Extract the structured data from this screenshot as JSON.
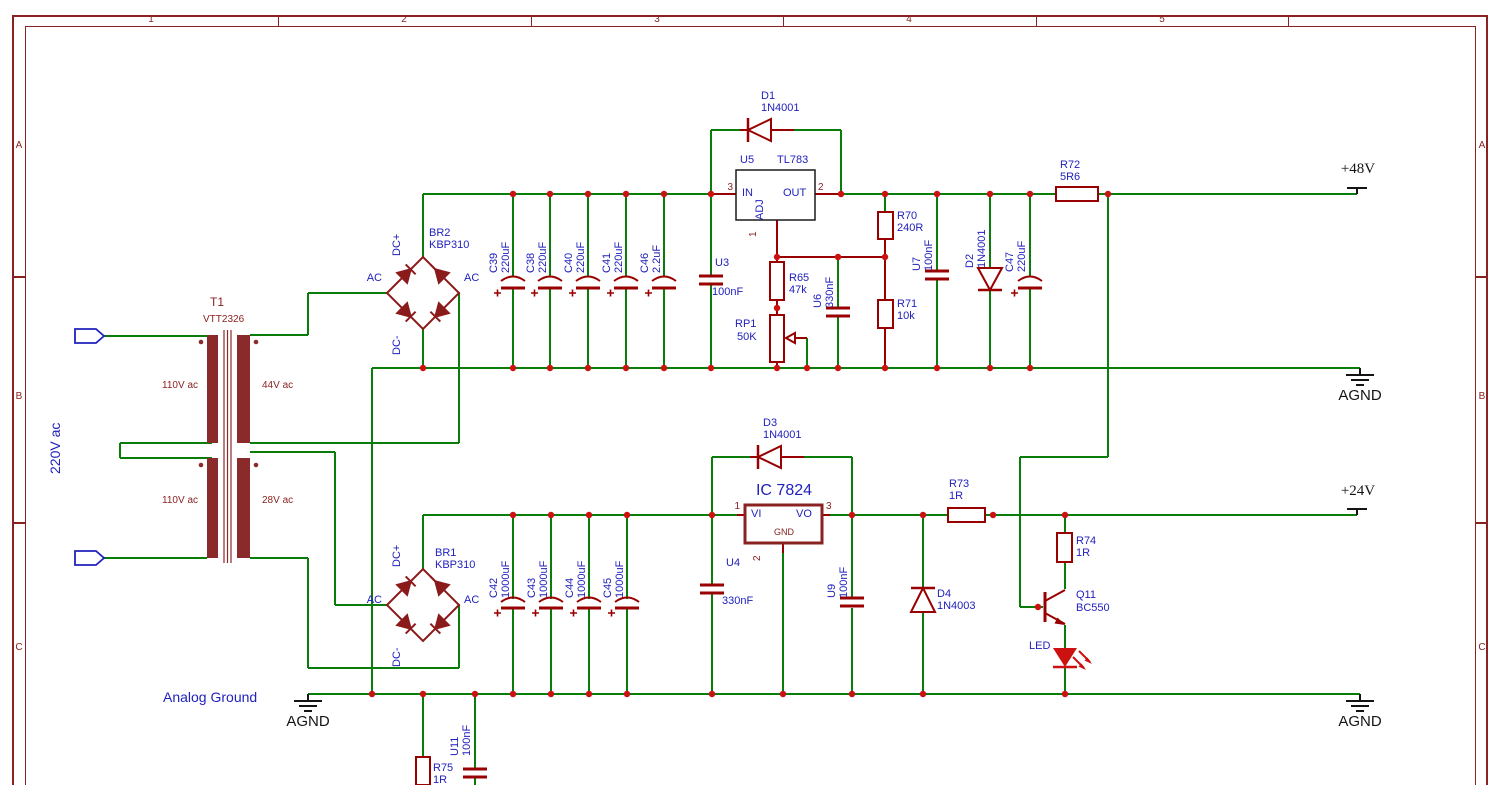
{
  "frame": {
    "columns": [
      "1",
      "2",
      "3",
      "4",
      "5"
    ],
    "rows": [
      "A",
      "B",
      "C"
    ]
  },
  "nets": {
    "v48": "+48V",
    "v24": "+24V",
    "agnd": "AGND",
    "analog_ground": "Analog Ground",
    "mains": "220V ac"
  },
  "transformer": {
    "ref": "T1",
    "value": "VTT2326",
    "primary_top": "110V ac",
    "secondary_top": "44V ac",
    "primary_bottom": "110V ac",
    "secondary_bottom": "28V ac"
  },
  "bridge_pins": {
    "ac": "AC",
    "dc_plus": "DC+",
    "dc_minus": "DC-"
  },
  "components": {
    "br2": {
      "ref": "BR2",
      "value": "KBP310"
    },
    "br1": {
      "ref": "BR1",
      "value": "KBP310"
    },
    "d1": {
      "ref": "D1",
      "value": "1N4001"
    },
    "d2": {
      "ref": "D2",
      "value": "1N4001"
    },
    "d3": {
      "ref": "D3",
      "value": "1N4001"
    },
    "d4": {
      "ref": "D4",
      "value": "1N4003"
    },
    "u5": {
      "ref": "U5",
      "value": "TL783",
      "pin_in": "IN",
      "pin_out": "OUT",
      "pin_adj": "ADJ",
      "num_in": "3",
      "num_out": "2",
      "num_adj": "1"
    },
    "ic7824": {
      "title": "IC 7824",
      "pin_vi": "VI",
      "pin_vo": "VO",
      "pin_gnd": "GND",
      "num_vi": "1",
      "num_vo": "3",
      "num_gnd": "2"
    },
    "c39": {
      "ref": "C39",
      "value": "220uF"
    },
    "c38": {
      "ref": "C38",
      "value": "220uF"
    },
    "c40": {
      "ref": "C40",
      "value": "220uF"
    },
    "c41": {
      "ref": "C41",
      "value": "220uF"
    },
    "c46": {
      "ref": "C46",
      "value": "2.2uF"
    },
    "c47": {
      "ref": "C47",
      "value": "220uF"
    },
    "c42": {
      "ref": "C42",
      "value": "1000uF"
    },
    "c43": {
      "ref": "C43",
      "value": "1000uF"
    },
    "c44": {
      "ref": "C44",
      "value": "1000uF"
    },
    "c45": {
      "ref": "C45",
      "value": "1000uF"
    },
    "u3": {
      "ref": "U3",
      "value": "100nF"
    },
    "u4": {
      "ref": "U4",
      "value": "330nF"
    },
    "u6": {
      "ref": "U6",
      "value": "330nF"
    },
    "u7": {
      "ref": "U7",
      "value": "100nF"
    },
    "u9": {
      "ref": "U9",
      "value": "100nF"
    },
    "u11": {
      "ref": "U11",
      "value": "100nF"
    },
    "r65": {
      "ref": "R65",
      "value": "47k"
    },
    "r70": {
      "ref": "R70",
      "value": "240R"
    },
    "r71": {
      "ref": "R71",
      "value": "10k"
    },
    "r72": {
      "ref": "R72",
      "value": "5R6"
    },
    "r73": {
      "ref": "R73",
      "value": "1R"
    },
    "r74": {
      "ref": "R74",
      "value": "1R"
    },
    "r75": {
      "ref": "R75",
      "value": "1R"
    },
    "rp1": {
      "ref": "RP1",
      "value": "50K"
    },
    "q11": {
      "ref": "Q11",
      "value": "BC550"
    },
    "led": {
      "label": "LED"
    }
  }
}
